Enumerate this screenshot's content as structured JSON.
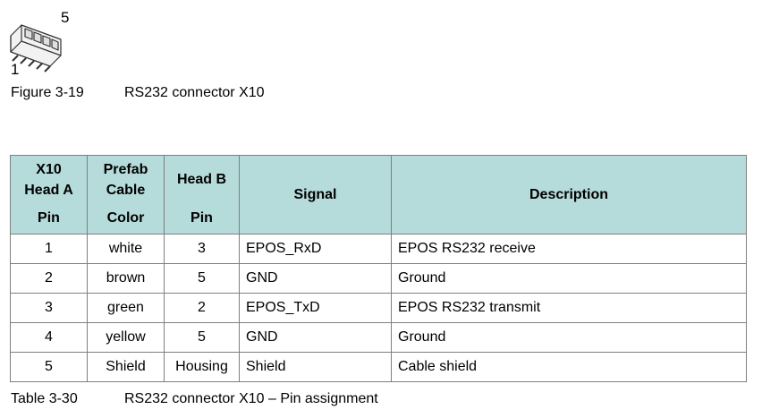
{
  "figure": {
    "pin_top": "5",
    "pin_bottom": "1",
    "number": "Figure 3-19",
    "title": "RS232 connector X10"
  },
  "table": {
    "headers": {
      "col1": [
        "X10",
        "Head A",
        "Pin"
      ],
      "col2": [
        "Prefab",
        "Cable",
        "Color"
      ],
      "col3": [
        "Head B",
        "Pin"
      ],
      "col4": "Signal",
      "col5": "Description"
    },
    "rows": [
      [
        "1",
        "white",
        "3",
        "EPOS_RxD",
        "EPOS RS232 receive"
      ],
      [
        "2",
        "brown",
        "5",
        "GND",
        "Ground"
      ],
      [
        "3",
        "green",
        "2",
        "EPOS_TxD",
        "EPOS RS232 transmit"
      ],
      [
        "4",
        "yellow",
        "5",
        "GND",
        "Ground"
      ],
      [
        "5",
        "Shield",
        "Housing",
        "Shield",
        "Cable shield"
      ]
    ],
    "header_color": "#b5dbda",
    "border_color": "#7f7f7f"
  },
  "table_caption": {
    "number": "Table 3-30",
    "title": "RS232 connector X10 – Pin assignment"
  }
}
